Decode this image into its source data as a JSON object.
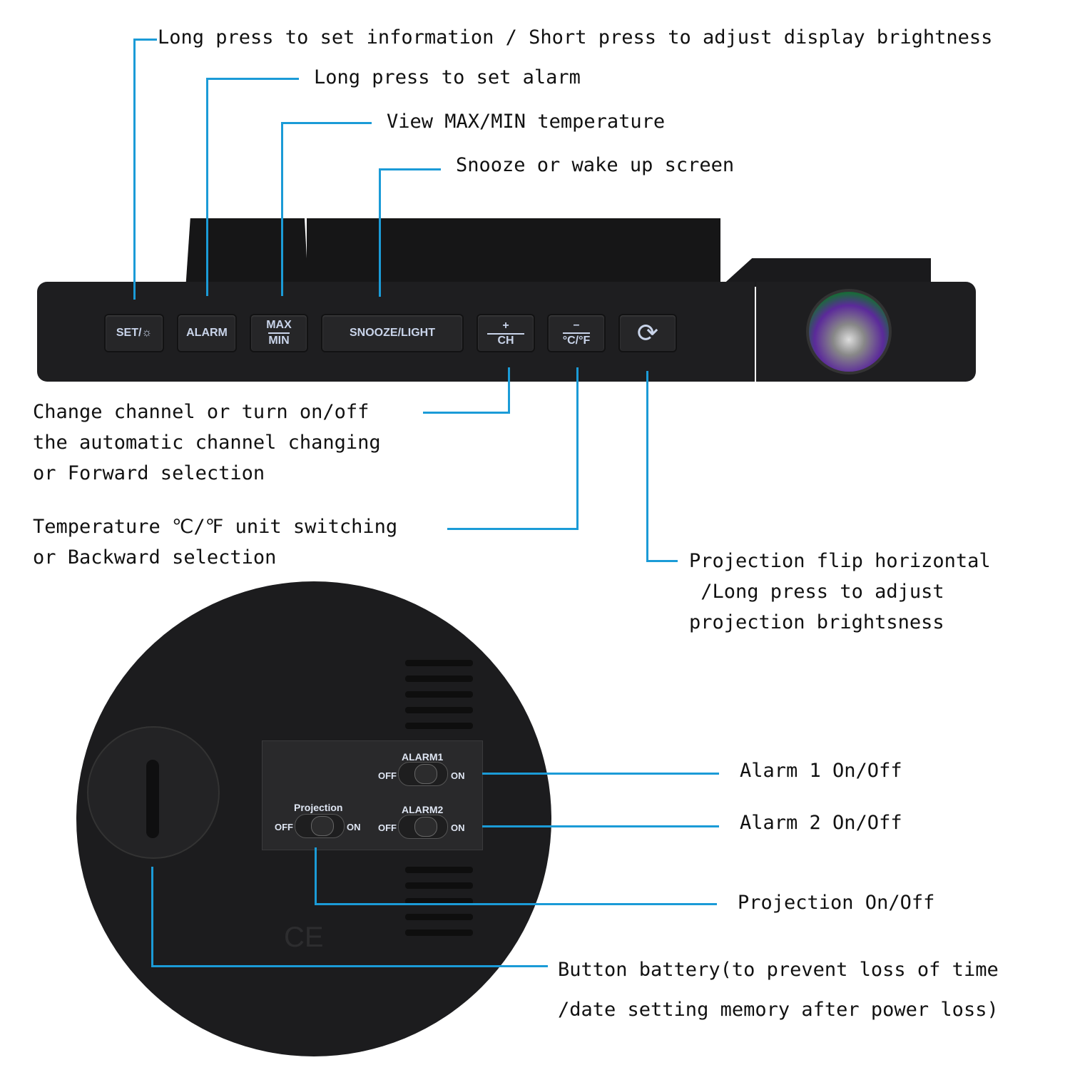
{
  "callouts": {
    "set": "Long press to set information / Short press to adjust display brightness",
    "alarm": "Long press to set alarm",
    "maxmin": "View MAX/MIN temperature",
    "snooze": "Snooze or wake up screen",
    "channel": [
      "Change channel or turn on/off",
      "the automatic channel changing",
      "or Forward selection"
    ],
    "unit": [
      "Temperature ℃/℉ unit switching",
      "or Backward selection"
    ],
    "flip": [
      "Projection flip horizontal",
      " /Long press to adjust",
      "projection brightsness"
    ],
    "alarm1": "Alarm 1 On/Off",
    "alarm2": "Alarm 2 On/Off",
    "projection": "Projection On/Off",
    "battery": [
      "Button battery(to prevent loss of time",
      "/date setting memory after power loss)"
    ]
  },
  "buttons": {
    "set": "SET/☼",
    "alarm": "ALARM",
    "max": "MAX",
    "min": "MIN",
    "snooze": "SNOOZE/LIGHT",
    "plus": "+",
    "ch": "CH",
    "minus": "–",
    "unit": "°C/°F",
    "flip": "⟳"
  },
  "switches": {
    "alarm1": "ALARM1",
    "alarm2": "ALARM2",
    "projection": "Projection",
    "off": "OFF",
    "on": "ON"
  },
  "marks": {
    "ce": "CE"
  },
  "colors": {
    "leader": "#1b9bd7",
    "device": "#1c1c1e"
  }
}
